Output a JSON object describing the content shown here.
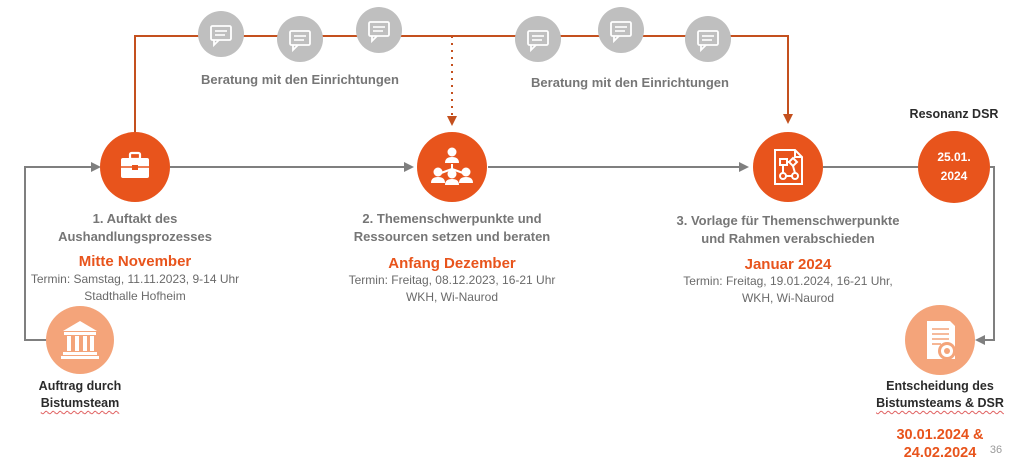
{
  "consultation_labels": {
    "left": "Beratung mit den Einrichtungen",
    "right": "Beratung mit den Einrichtungen"
  },
  "steps": [
    {
      "title_line1": "1. Auftakt des",
      "title_line2": "Aushandlungsprozesses",
      "period": "Mitte November",
      "detail_line1": "Termin: Samstag, 11.11.2023, 9-14 Uhr",
      "detail_line2": "Stadthalle Hofheim",
      "icon": "briefcase-icon"
    },
    {
      "title_line1": "2. Themenschwerpunkte und",
      "title_line2": "Ressourcen setzen und beraten",
      "period": "Anfang Dezember",
      "detail_line1": "Termin: Freitag, 08.12.2023, 16-21 Uhr",
      "detail_line2": "WKH, Wi-Naurod",
      "icon": "team-icon"
    },
    {
      "title_line1": "3. Vorlage für Themenschwerpunkte",
      "title_line2": "und Rahmen verabschieden",
      "period": "Januar 2024",
      "detail_line1": "Termin: Freitag, 19.01.2024, 16-21 Uhr,",
      "detail_line2": "WKH, Wi-Naurod",
      "icon": "flowchart-document-icon"
    }
  ],
  "resonanz": {
    "label": "Resonanz DSR",
    "date_line1": "25.01.",
    "date_line2": "2024"
  },
  "auftrag": {
    "line1": "Auftrag durch",
    "line2": "Bistumsteam",
    "icon": "institution-icon"
  },
  "entscheidung": {
    "line1": "Entscheidung des",
    "line2": "Bistumsteams & DSR",
    "date_line1": "30.01.2024 &",
    "date_line2": "24.02.2024",
    "icon": "certificate-icon"
  },
  "page_number": "36",
  "colors": {
    "orange": "#e8541c",
    "light_orange": "#f4a47a",
    "connector_grey": "#7f7f7f",
    "bubble_grey": "#bfbfbf"
  }
}
